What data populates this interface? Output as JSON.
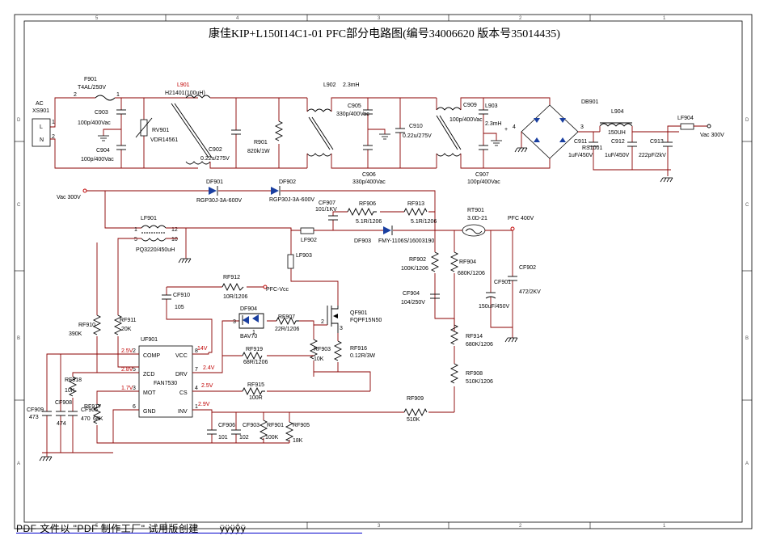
{
  "title": "康佳KIP+L150I14C1-01 PFC部分电路图(编号34006620 版本号35014435)",
  "frame": {
    "cols": [
      "5",
      "4",
      "3",
      "2",
      "1"
    ],
    "rows": [
      "D",
      "C",
      "B",
      "A"
    ]
  },
  "labels": {
    "ac": "AC",
    "xs901": "XS901",
    "l": "L",
    "n": "N",
    "f901": "F901",
    "f901v": "T4AL/250V",
    "c903": "C903",
    "c903v": "100p/400Vac",
    "c904": "C904",
    "c904v": "100p/400Vac",
    "rv901": "RV901",
    "rv901v": "VDR14561",
    "l901": "L901",
    "l901v": "H21401(100uH)",
    "c902": "C902",
    "c902v": "0.22u/275V",
    "r901": "R901",
    "r901v": "820k/1W",
    "l902": "L902",
    "l902v": "2.3mH",
    "c905": "C905",
    "c905v": "330p/400Vac",
    "c910": "C910",
    "c910v": "0.22u/275V",
    "c906": "C906",
    "c906v": "330p/400Vac",
    "c909": "C909",
    "c909v": "100p/400Vac",
    "l903": "L903",
    "l903v": "2.3mH",
    "c907": "C907",
    "c907v": "100p/400Vac",
    "db901": "DB901",
    "l904": "L904",
    "l904v": "150UH",
    "c911": "C911",
    "c911v": "1uF/450V",
    "rs1001": "RS1001",
    "c912": "C912",
    "c912v": "1uF/450V",
    "c913": "C913",
    "c913v": "222pF/2kV",
    "lf904": "LF904",
    "vac300r": "Vac 300V",
    "vac300l": "Vac 300V",
    "df901": "DF901",
    "df901v": "RGP30J-3A-600V",
    "df902": "DF902",
    "df902v": "RGP30J-3A-600V",
    "cf907": "CF907",
    "cf907v": "101/1KV",
    "rf906": "RF906",
    "rf906v": "5.1R/1206",
    "rf913": "RF913",
    "rf913v": "5.1R/1206",
    "rt901": "RT901",
    "rt901v": "3.0D-21",
    "pfc400": "PFC 400V",
    "lf901": "LF901",
    "lf901v": "PQ3220/450uH",
    "lf902": "LF902",
    "df903": "DF903",
    "df903v": "FMY-1106S/16003190",
    "lf903": "LF903",
    "rf902": "RF902",
    "rf902v": "100K/1206",
    "rf904": "RF904",
    "rf904v": "680K/1206",
    "cf904": "CF904",
    "cf904v": "104/250V",
    "cf901": "CF901",
    "cf901v": "150uF/450V",
    "cf902": "CF902",
    "cf902v": "472/2KV",
    "rf912": "RF912",
    "rf912v": "10R/1206",
    "pfcvcc": "PFC-Vcc",
    "cf910": "CF910",
    "cf910v": "105",
    "df904": "DF904",
    "bav70": "BAV70",
    "rf907": "RF907",
    "rf907v": "22R/1206",
    "qf901": "QF901",
    "qf901v": "FQPF15N50",
    "rf919": "RF919",
    "rf919v": "68R/1206",
    "rf903": "RF903",
    "rf903v": "10K",
    "rf916": "RF916",
    "rf916v": "0.12R/3W",
    "rf914": "RF914",
    "rf914v": "680K/1206",
    "rf908": "RF908",
    "rf908v": "510K/1206",
    "rf910": "RF910",
    "rf910v": "390K",
    "rf911": "RF911",
    "rf911v": "20K",
    "uf901": "UF901",
    "fan7530": "FAN7530",
    "comp": "COMP",
    "zcd": "ZCD",
    "mot": "MOT",
    "gnd": "GND",
    "vcc": "VCC",
    "drv": "DRV",
    "cs": "CS",
    "inv": "INV",
    "rf918": "RF918",
    "rf918v": "10K",
    "rf915": "RF915",
    "rf915v": "100R",
    "rf909": "RF909",
    "rf909v": "510K",
    "cf909": "CF909",
    "cf909v": "473",
    "cf908": "CF908",
    "cf908v": "474",
    "cf905": "CF905",
    "cf905v": "470",
    "rf917": "RF917",
    "rf917v": "68K",
    "cf906": "CF906",
    "cf906v": "101",
    "cf903": "CF903",
    "cf903v": "102",
    "rf901": "RF901",
    "rf901v": "100K",
    "rf905": "RF905",
    "rf905v": "18K"
  },
  "voltages": {
    "v25": "2.5V",
    "v28": "2.8V",
    "v17": "1.7V",
    "v14": "14V",
    "v24": "2.4V",
    "v25cs": "2.5V",
    "v29": "2.9V"
  },
  "pins": {
    "p1": "1",
    "p2": "2",
    "p3": "3",
    "p4": "4",
    "p5": "5",
    "p6": "6",
    "p7": "7",
    "p8": "8",
    "p10": "10",
    "p12": "12"
  },
  "footer": {
    "text": "PDF 文件以 \"PDF 制作工厂\" 试用版创建",
    "link": "ÿÿÿÿÿ"
  }
}
